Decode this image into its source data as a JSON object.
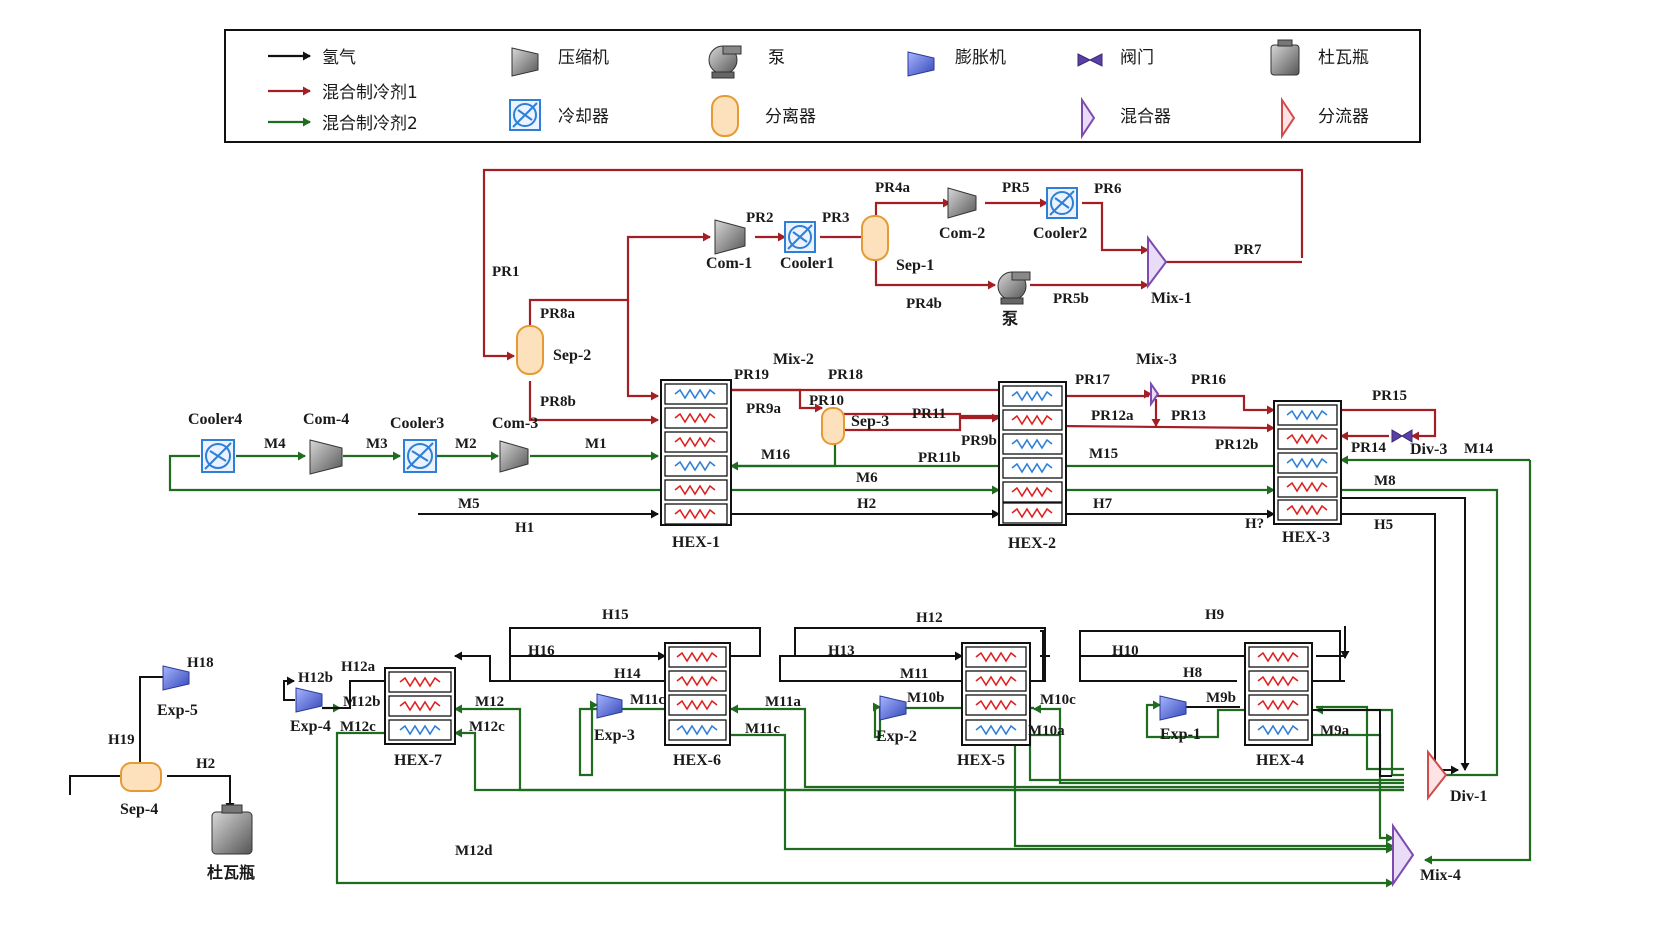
{
  "legend": {
    "hydrogen": "氢气",
    "mr1": "混合制冷剂1",
    "mr2": "混合制冷剂2",
    "compressor": "压缩机",
    "cooler": "冷却器",
    "pump": "泵",
    "separator": "分离器",
    "expander": "膨胀机",
    "valve": "阀门",
    "mixer": "混合器",
    "dewar": "杜瓦瓶",
    "splitter": "分流器"
  },
  "units": {
    "com1": "Com-1",
    "cooler1": "Cooler1",
    "sep1": "Sep-1",
    "com2": "Com-2",
    "cooler2": "Cooler2",
    "mix1": "Mix-1",
    "pump": "泵",
    "sep2": "Sep-2",
    "mix2": "Mix-2",
    "sep3": "Sep-3",
    "mix3": "Mix-3",
    "div3": "Div-3",
    "cooler4": "Cooler4",
    "com4": "Com-4",
    "cooler3": "Cooler3",
    "com3": "Com-3",
    "hex1": "HEX-1",
    "hex2": "HEX-2",
    "hex3": "HEX-3",
    "hex4": "HEX-4",
    "hex5": "HEX-5",
    "hex6": "HEX-6",
    "hex7": "HEX-7",
    "exp1": "Exp-1",
    "exp2": "Exp-2",
    "exp3": "Exp-3",
    "exp4": "Exp-4",
    "exp5": "Exp-5",
    "sep4": "Sep-4",
    "div1": "Div-1",
    "mix4": "Mix-4",
    "dewar": "杜瓦瓶"
  },
  "streams": {
    "pr1": "PR1",
    "pr2": "PR2",
    "pr3": "PR3",
    "pr4a": "PR4a",
    "pr4b": "PR4b",
    "pr5": "PR5",
    "pr5b": "PR5b",
    "pr6": "PR6",
    "pr7": "PR7",
    "pr8a": "PR8a",
    "pr8b": "PR8b",
    "pr9a": "PR9a",
    "pr9b": "PR9b",
    "pr10": "PR10",
    "pr11": "PR11",
    "pr11b": "PR11b",
    "pr12a": "PR12a",
    "pr12b": "PR12b",
    "pr13": "PR13",
    "pr14": "PR14",
    "pr15": "PR15",
    "pr16": "PR16",
    "pr17": "PR17",
    "pr18": "PR18",
    "pr19": "PR19",
    "m1": "M1",
    "m2": "M2",
    "m3": "M3",
    "m4": "M4",
    "m5": "M5",
    "m6": "M6",
    "m8": "M8",
    "m9a": "M9a",
    "m9b": "M9b",
    "m10a": "M10a",
    "m10b": "M10b",
    "m10c": "M10c",
    "m11": "M11",
    "m11a": "M11a",
    "m11c": "M11c",
    "m11c2": "M11c",
    "m12": "M12",
    "m12b": "M12b",
    "m12c": "M12c",
    "m12c2": "M12c",
    "m12d": "M12d",
    "m14": "M14",
    "m15": "M15",
    "m16": "M16",
    "h1": "H1",
    "h2": "H2",
    "h2b": "H2",
    "h5": "H5",
    "h7": "H7",
    "hq": "H?",
    "h8": "H8",
    "h9": "H9",
    "h10": "H10",
    "h12": "H12",
    "h12a": "H12a",
    "h12b": "H12b",
    "h13": "H13",
    "h14": "H14",
    "h15": "H15",
    "h16": "H16",
    "h18": "H18",
    "h19": "H19"
  },
  "colors": {
    "hydrogen": "#111111",
    "mr1": "#a31f24",
    "mr2": "#1f6b1f",
    "expander": "#5b6fd6",
    "cooler": "#2f7fd6",
    "separator": "#f6c88a",
    "mixer": "#7d4ab0",
    "splitter": "#d24b4b"
  }
}
